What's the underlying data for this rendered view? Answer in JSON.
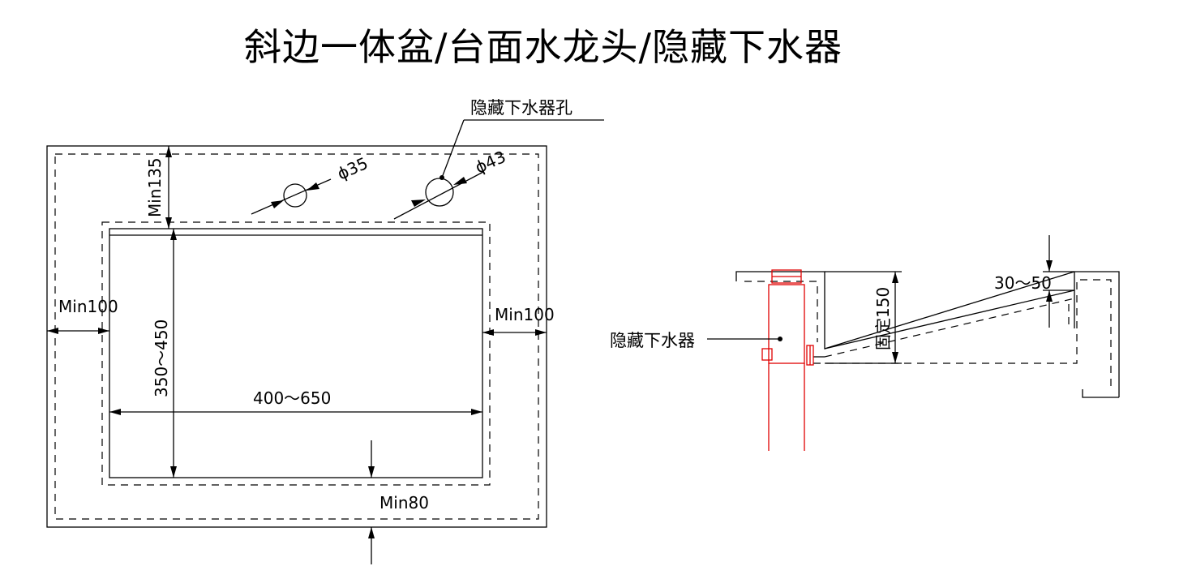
{
  "title": "斜边一体盆/台面水龙头/隐藏下水器",
  "plan_view": {
    "dim_top_margin": "Min135",
    "dim_hole_small": "ϕ35",
    "dim_hole_large": "ϕ43",
    "label_hidden_drain_hole": "隐藏下水器孔",
    "dim_left_margin": "Min100",
    "dim_right_margin": "Min100",
    "dim_depth": "350～450",
    "dim_width": "400～650",
    "dim_bottom_margin": "Min80"
  },
  "section_view": {
    "label_hidden_drain": "隐藏下水器",
    "dim_fixed": "固定150",
    "dim_slope": "30～50"
  },
  "colors": {
    "line": "#000000",
    "drain_pipe": "#e00000"
  }
}
